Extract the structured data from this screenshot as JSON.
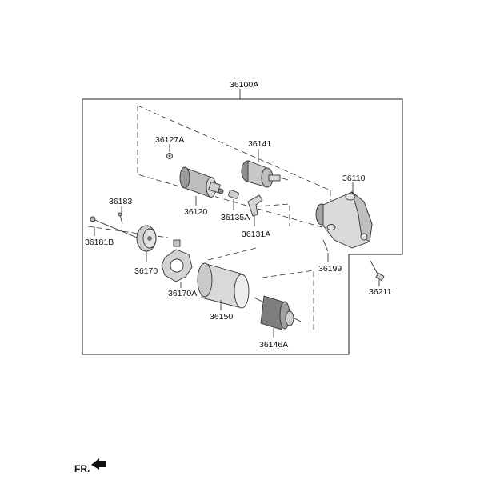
{
  "diagram": {
    "assembly_label": "36100A",
    "labels": {
      "p36141": "36141",
      "p36127A": "36127A",
      "p36110": "36110",
      "p36183": "36183",
      "p36120": "36120",
      "p36135A": "36135A",
      "p36131A": "36131A",
      "p36181B": "36181B",
      "p36170": "36170",
      "p36199": "36199",
      "p36170A": "36170A",
      "p36211": "36211",
      "p36150": "36150",
      "p36146A": "36146A"
    },
    "orientation": "FR."
  }
}
